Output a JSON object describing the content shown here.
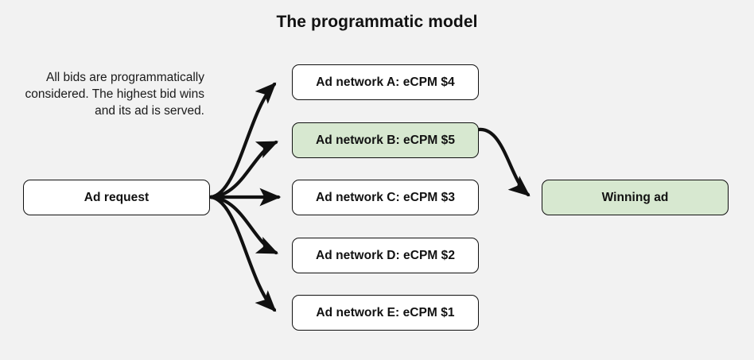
{
  "page": {
    "background_color": "#f2f2f2",
    "title": "The programmatic model",
    "side_note": "All bids are programmatically considered. The highest bid wins and its ad is served."
  },
  "colors": {
    "node_fill": "#ffffff",
    "node_highlight_fill": "#d7e8d0",
    "node_border": "#111111",
    "arrow": "#111111",
    "text": "#111111"
  },
  "diagram": {
    "source_node": {
      "label": "Ad request",
      "highlighted": false
    },
    "bid_nodes": [
      {
        "label": "Ad network A: eCPM $4",
        "network": "A",
        "ecpm": 4,
        "highlighted": false
      },
      {
        "label": "Ad network B: eCPM $5",
        "network": "B",
        "ecpm": 5,
        "highlighted": true
      },
      {
        "label": "Ad network C: eCPM $3",
        "network": "C",
        "ecpm": 3,
        "highlighted": false
      },
      {
        "label": "Ad network D: eCPM $2",
        "network": "D",
        "ecpm": 2,
        "highlighted": false
      },
      {
        "label": "Ad network E: eCPM $1",
        "network": "E",
        "ecpm": 1,
        "highlighted": false
      }
    ],
    "result_node": {
      "label": "Winning ad",
      "highlighted": true
    },
    "edges": [
      {
        "from": "Ad request",
        "to": "Ad network A: eCPM $4"
      },
      {
        "from": "Ad request",
        "to": "Ad network B: eCPM $5"
      },
      {
        "from": "Ad request",
        "to": "Ad network C: eCPM $3"
      },
      {
        "from": "Ad request",
        "to": "Ad network D: eCPM $2"
      },
      {
        "from": "Ad request",
        "to": "Ad network E: eCPM $1"
      },
      {
        "from": "Ad network B: eCPM $5",
        "to": "Winning ad"
      }
    ]
  }
}
